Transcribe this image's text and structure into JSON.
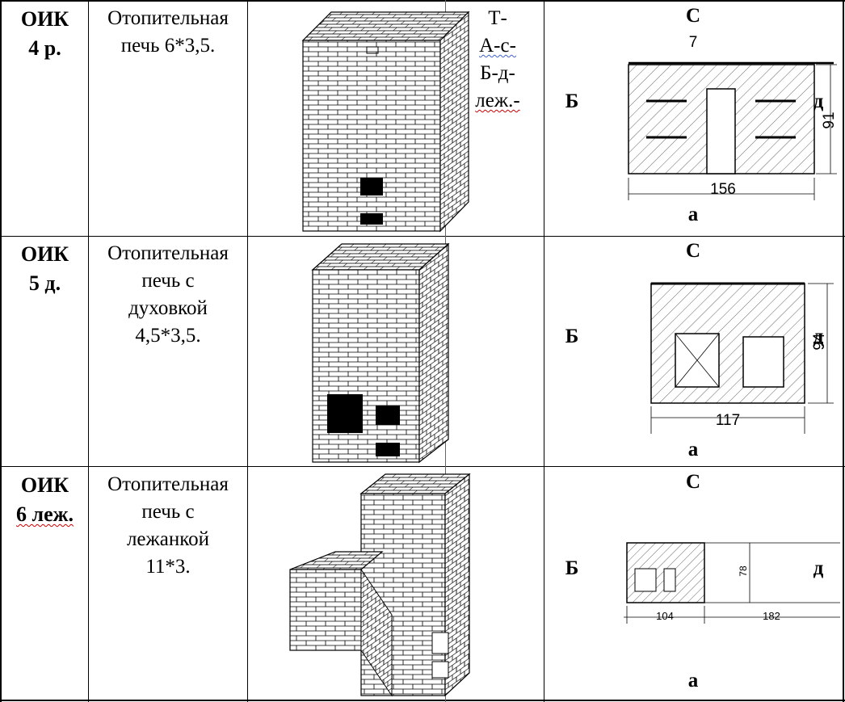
{
  "rows": [
    {
      "code": [
        "ОИК",
        "4 р."
      ],
      "description": [
        "Отопительная",
        "печь 6*3,5."
      ],
      "side_labels": [
        "Т-",
        "А-с-",
        "Б-д-",
        "леж.-"
      ],
      "plan": {
        "top": "С",
        "left": "Б",
        "right": "д",
        "bottom": "а",
        "top_number": "7",
        "width_dim": "156",
        "depth_dim": "91"
      }
    },
    {
      "code": [
        "ОИК",
        "5 д."
      ],
      "description": [
        "Отопительная",
        "печь с",
        "духовкой",
        "4,5*3,5."
      ],
      "plan": {
        "top": "С",
        "left": "Б",
        "right": "д",
        "bottom": "а",
        "width_dim": "117",
        "depth_dim": "94"
      }
    },
    {
      "code": [
        "ОИК",
        "6 леж."
      ],
      "description": [
        "Отопительная",
        "печь с",
        "лежанкой",
        "11*3."
      ],
      "plan": {
        "top": "С",
        "left": "Б",
        "right": "д",
        "bottom": "а",
        "width_dim_1": "104",
        "width_dim_2": "182",
        "depth_dim": "78"
      }
    }
  ]
}
